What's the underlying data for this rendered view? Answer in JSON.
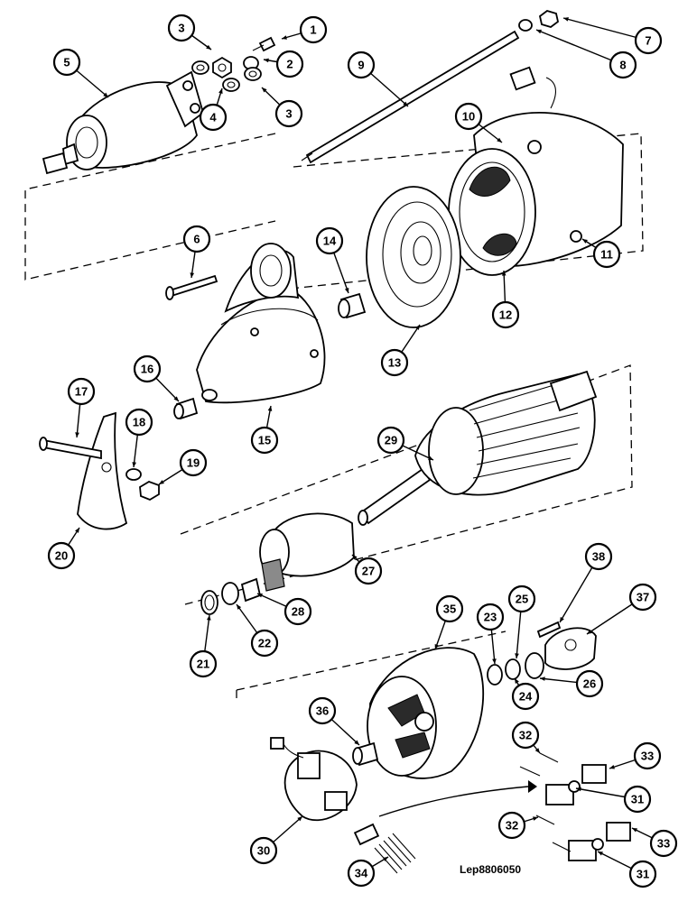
{
  "diagram": {
    "reference_code": "Lep8806050",
    "callouts": [
      "1",
      "2",
      "3",
      "3",
      "4",
      "5",
      "6",
      "7",
      "8",
      "9",
      "10",
      "11",
      "12",
      "13",
      "14",
      "15",
      "16",
      "17",
      "18",
      "19",
      "20",
      "21",
      "22",
      "23",
      "24",
      "25",
      "26",
      "27",
      "28",
      "29",
      "30",
      "31",
      "31",
      "32",
      "32",
      "33",
      "33",
      "34",
      "35",
      "36",
      "37",
      "38"
    ]
  }
}
